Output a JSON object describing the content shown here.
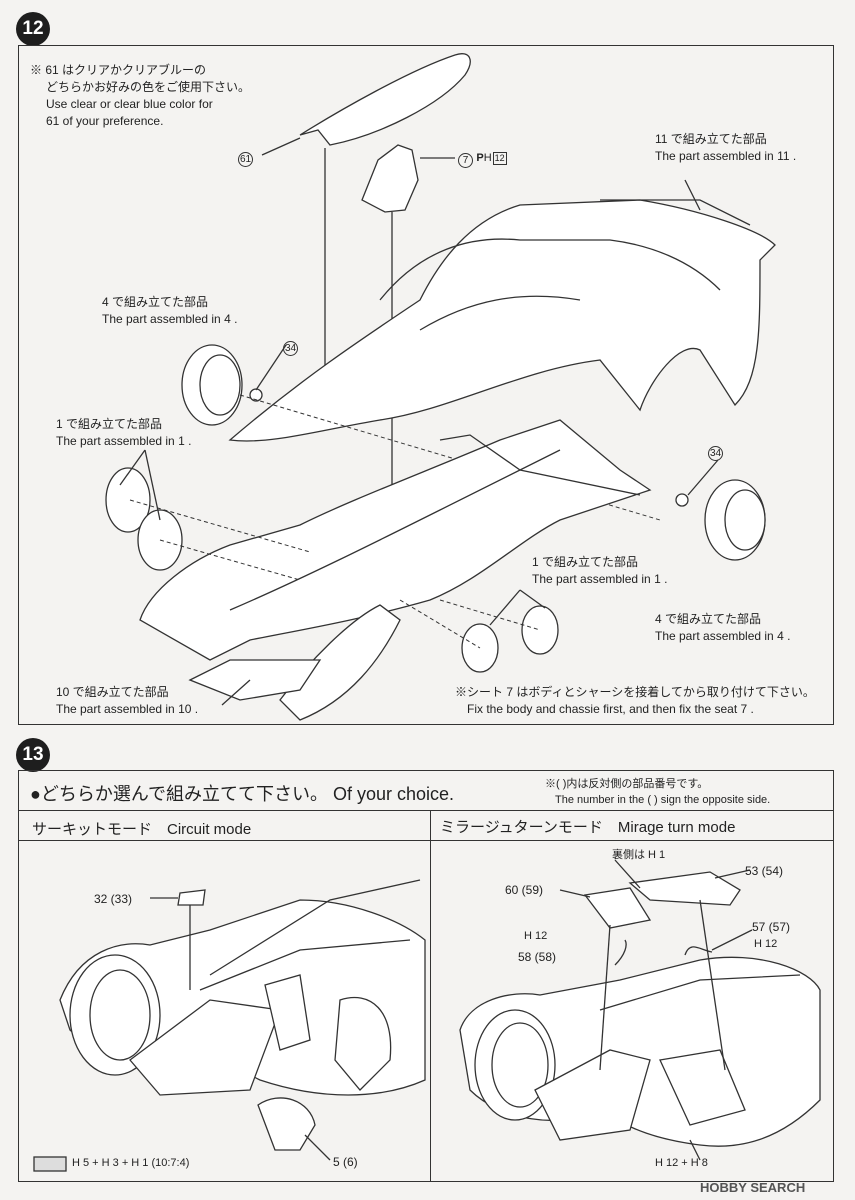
{
  "step12": {
    "number": "12",
    "note_jp_1": "※ 61 はクリアかクリアブルーの",
    "note_jp_2": "どちらかお好みの色をご使用下さい。",
    "note_en_1": "Use clear or clear blue color for",
    "note_en_2": "61 of your preference.",
    "part_61": "61",
    "part_7": "7",
    "part_7_runner": "H",
    "part_7_runner_num": "12",
    "part_34_a": "34",
    "part_34_b": "34",
    "sub11_jp": "11 で組み立てた部品",
    "sub11_en": "The part assembled in 11 .",
    "sub4_jp": "4 で組み立てた部品",
    "sub4_en": "The part assembled in 4 .",
    "sub1_jp": "1 で組み立てた部品",
    "sub1_en": "The part assembled in 1 .",
    "sub1b_jp": "1 で組み立てた部品",
    "sub1b_en": "The part assembled in 1 .",
    "sub4b_jp": "4 で組み立てた部品",
    "sub4b_en": "The part assembled in 4 .",
    "sub10_jp": "10 で組み立てた部品",
    "sub10_en": "The part assembled in 10 .",
    "seat_note_jp": "※シート 7 はボディとシャーシを接着してから取り付けて下さい。",
    "seat_note_en": "Fix the body and chassie first, and then fix the seat 7 ."
  },
  "step13": {
    "number": "13",
    "choice_title": "●どちらか選んで組み立てて下さい。 Of your choice.",
    "paren_note_jp": "※(  )内は反対側の部品番号です。",
    "paren_note_en": "The number in the (  ) sign the opposite side.",
    "circuit_mode_label": "サーキットモード　Circuit mode",
    "mirage_mode_label": "ミラージュターンモード　Mirage turn mode",
    "circuit_parts": {
      "p32_33": "32 (33)",
      "p5_6": "5 (6)"
    },
    "paint_legend": "H 5 + H 3 + H 1 (10:7:4)",
    "mirage_parts": {
      "back_note": "裏側は H 1",
      "p60_59": "60 (59)",
      "p53_54": "53 (54)",
      "p57_57": "57 (57)",
      "p58_58": "58 (58)",
      "runner_h12_a": "H 12",
      "runner_h12_b": "H 12",
      "paint_mix": "H 12 + H 8"
    }
  },
  "watermark": "HOBBY SEARCH"
}
